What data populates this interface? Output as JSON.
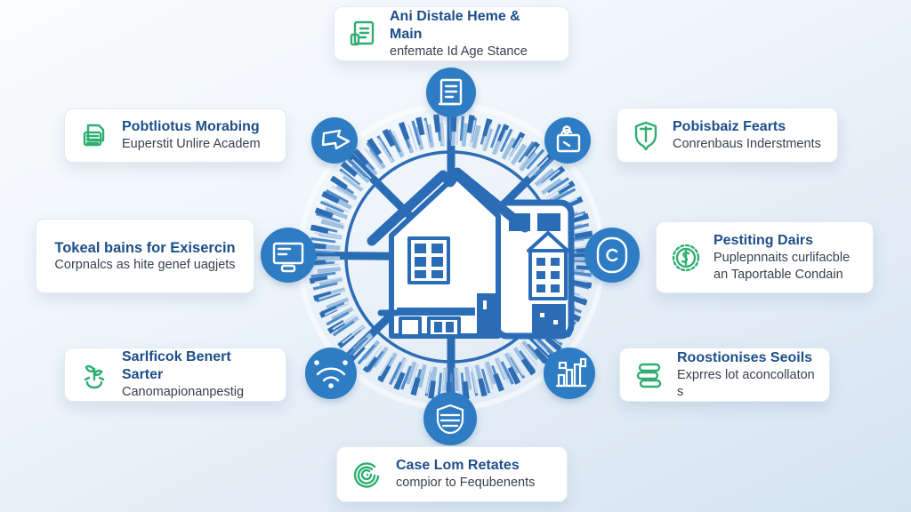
{
  "diagram": {
    "center_icon": "house-illustration",
    "colors": {
      "node_fill": "#2e7dc4",
      "spoke": "#2a6cb3",
      "ring_tick_dark": "#2e6db4",
      "ring_tick_mid": "#4f8ac9",
      "ring_tick_light": "#9fc0e0",
      "house_stroke": "#2b6cb6",
      "card_title": "#1d4e89",
      "card_subtitle": "#39414d",
      "card_icon_green": "#2fae71"
    },
    "nodes": [
      {
        "position": "top",
        "icon": "document-icon"
      },
      {
        "position": "top-left",
        "icon": "arrow-icon"
      },
      {
        "position": "top-right",
        "icon": "lock-bag-icon"
      },
      {
        "position": "left",
        "icon": "monitor-icon"
      },
      {
        "position": "right",
        "icon": "coin-icon"
      },
      {
        "position": "bottom-left",
        "icon": "wifi-icon"
      },
      {
        "position": "bottom-right",
        "icon": "bar-chart-icon"
      },
      {
        "position": "bottom",
        "icon": "shield-icon"
      }
    ]
  },
  "cards": [
    {
      "id": "top-center",
      "title": "Ani Distale Heme & Main",
      "subtitle": "enfemate Id Age Stance",
      "icon": "checklist-document-icon"
    },
    {
      "id": "upper-left",
      "title": "Pobtliotus Morabing",
      "subtitle": "Euperstit Unlire Academ",
      "icon": "documents-icon"
    },
    {
      "id": "upper-right",
      "title": "Pobisbaiz Fearts",
      "subtitle": "Conrenbaus Inderstments",
      "icon": "shield-ribbon-icon"
    },
    {
      "id": "middle-left",
      "title": "Tokeal bains for Exisercin",
      "subtitle": "Corpnalcs as hite genef uagjets",
      "icon": null
    },
    {
      "id": "middle-right",
      "title": "Pestiting Dairs",
      "subtitle": "Puplepnnaits curlifacble an Taportable Condain",
      "icon": "dollar-badge-icon"
    },
    {
      "id": "lower-left",
      "title": "Sarlficok Benert Sarter",
      "subtitle": "Canomapionanpestig",
      "icon": "sprout-icon"
    },
    {
      "id": "lower-right",
      "title": "Roostionises Seoils",
      "subtitle": "Exprres lot aconcollaton s",
      "icon": "stacked-books-icon"
    },
    {
      "id": "bottom-center",
      "title": "Case Lom Retates",
      "subtitle": "compior to Fequbenents",
      "icon": "spiral-icon"
    }
  ]
}
